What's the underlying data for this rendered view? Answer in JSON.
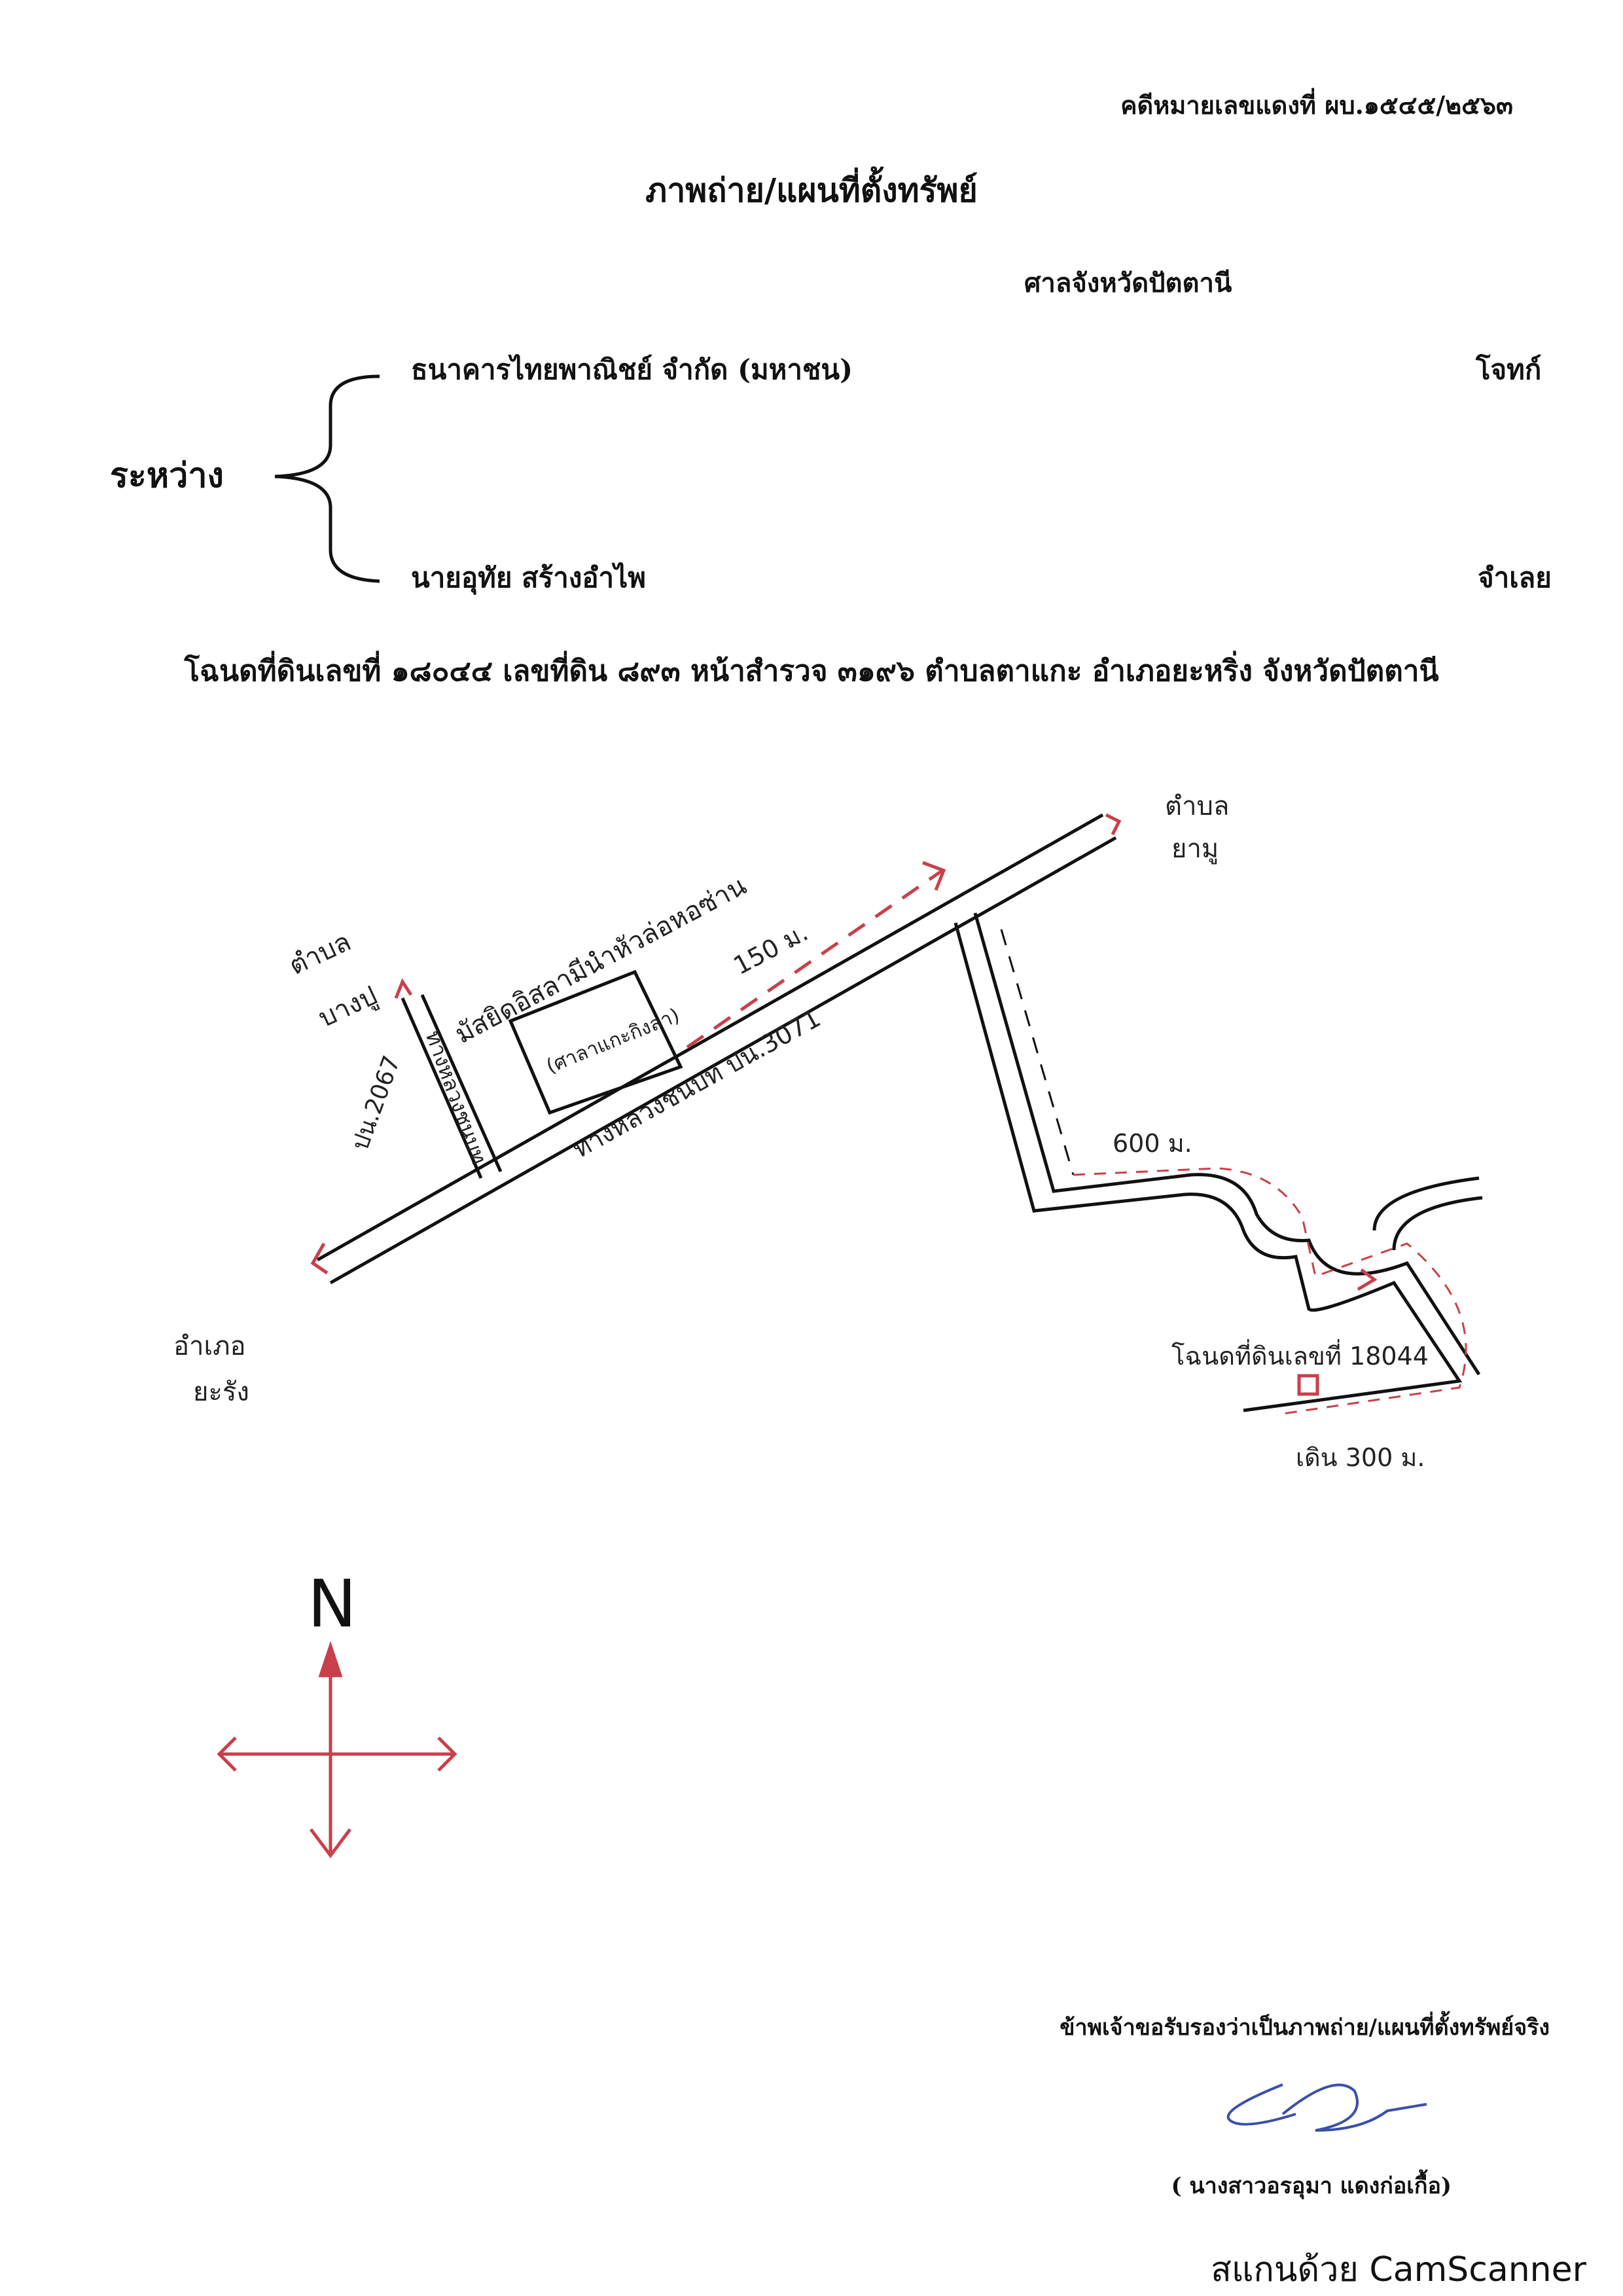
{
  "header": {
    "case_number": "คดีหมายเลขแดงที่ ผบ.๑๕๔๕/๒๕๖๓",
    "title": "ภาพถ่าย/แผนที่ตั้งทรัพย์",
    "court": "ศาลจังหวัดปัตตานี"
  },
  "parties": {
    "between_label": "ระหว่าง",
    "plaintiff_name": "ธนาคารไทยพาณิชย์ จำกัด (มหาชน)",
    "plaintiff_role": "โจทก์",
    "defendant_name": "นายอุทัย สร้างอำไพ",
    "defendant_role": "จำเลย"
  },
  "deed_line": "โฉนดที่ดินเลขที่ ๑๘๐๔๔ เลขที่ดิน ๘๙๓ หน้าสำรวจ ๓๑๙๖ ตำบลตาแกะ อำเภอยะหริ่ง จังหวัดปัตตานี",
  "map": {
    "top_left_label_1": "ตำบล",
    "top_left_label_2": "บางปู",
    "top_right_label_1": "ตำบล",
    "top_right_label_2": "ยามู",
    "bottom_left_label_1": "อำเภอ",
    "bottom_left_label_2": "ยะรัง",
    "side_road_label": "ปน.2067",
    "side_road_name": "ทางหลวงชนบท",
    "school_label": "มัสยิดอิสลามีนำหัวล่อหอซ่าน",
    "landmark_label": "(ศาลาแกะกิงลา)",
    "main_road_label": "ทางหลวงชนบท ปน.3071",
    "distance_1": "150 ม.",
    "distance_2": "600 ม.",
    "distance_3": "เดิน 300 ม.",
    "deed_label": "โฉนดที่ดินเลขที่ 18044",
    "north_label": "N"
  },
  "footer": {
    "certify_text": "ข้าพเจ้าขอรับรองว่าเป็นภาพถ่าย/แผนที่ตั้งทรัพย์จริง",
    "signer_name": "( นางสาวอรอุมา แดงก่อเกื้อ)",
    "scanner_label": "สแกนด้วย CamScanner"
  },
  "colors": {
    "ink": "#111111",
    "red_ink": "#c8404a",
    "blue_ink": "#3a4fa8"
  }
}
